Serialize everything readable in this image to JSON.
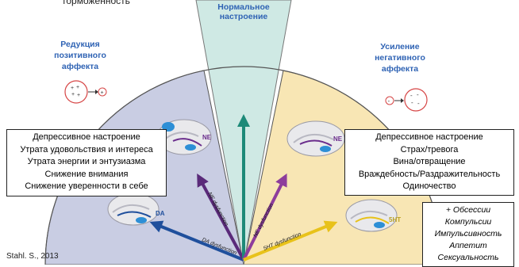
{
  "header_fragment": "торможенность",
  "normal_mood": [
    "Нормальное",
    "настроение"
  ],
  "left_title": [
    "Редукция",
    "позитивного",
    "аффекта"
  ],
  "right_title": [
    "Усиление",
    "негативного",
    "аффекта"
  ],
  "left_symptoms": [
    "Депрессивное настроение",
    "Утрата удовольствия и интереса",
    "Утрата энергии и энтузиазма",
    "Снижение внимания",
    "Снижение уверенности в себе"
  ],
  "right_symptoms": [
    "Депрессивное настроение",
    "Страх/тревога",
    "Вина/отвращение",
    "Враждебность/Раздражительность",
    "Одиночество"
  ],
  "extra_symptoms": [
    "+ Обсессии",
    "Компульсии",
    "Импульсивность",
    "Аппетит",
    "Сексуальность"
  ],
  "arrow_labels": {
    "da": "DA dysfunction",
    "ne_left": "NE dysfunction",
    "ne_right": "NE dysfunction",
    "ht": "5HT dysfunction"
  },
  "brain_labels": {
    "ne_left": "NE",
    "ne_right": "NE",
    "da": "DA",
    "ht": "5HT"
  },
  "citation": "Stahl. S., 2013",
  "colors": {
    "left_sector": "#c9cde3",
    "right_sector": "#f8e6b4",
    "middle_wedge": "#cfe9e4",
    "arrow_da": "#1f4f9c",
    "arrow_ne_left": "#5a2a7a",
    "arrow_center": "#1d8a78",
    "arrow_ne_right": "#8e3d9c",
    "arrow_5ht": "#e8c21a",
    "title_blue": "#2f63b4"
  }
}
